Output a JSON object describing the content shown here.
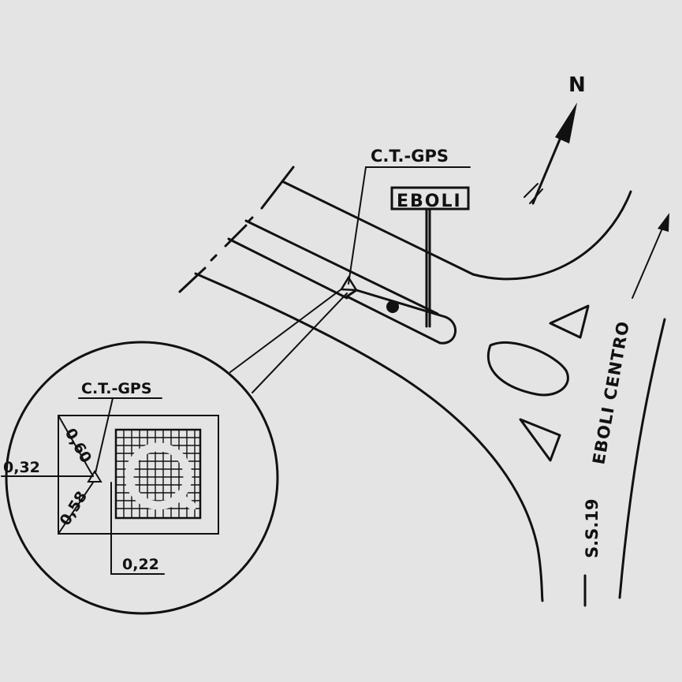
{
  "north_label": "N",
  "station_label_main": "C.T.-GPS",
  "station_label_detail": "C.T.-GPS",
  "town_sign": "EBOLI",
  "road_direction": "EBOLI  CENTRO",
  "road_name": "S.S.19",
  "dimensions": {
    "top": "0,60",
    "left": "0,32",
    "diagonal": "0,58",
    "bottom": "0,22"
  },
  "colors": {
    "paper": "#e4e4e4",
    "ink": "#111111"
  }
}
